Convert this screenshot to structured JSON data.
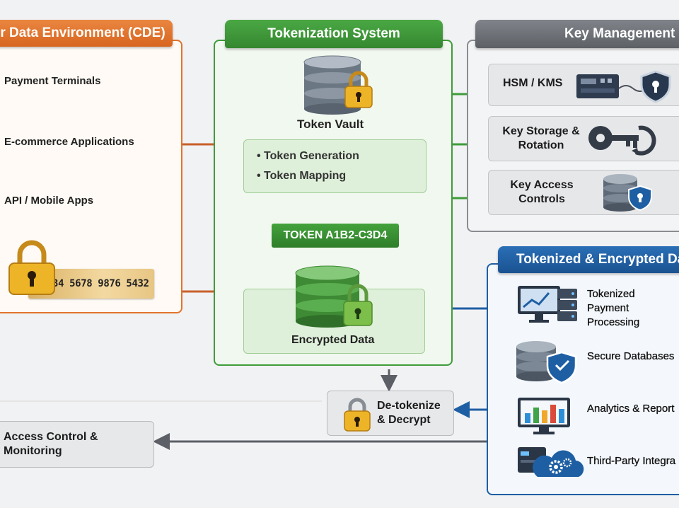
{
  "colors": {
    "orange": "#e2742c",
    "green": "#3f9c3a",
    "gray": "#6e7175",
    "blue": "#1e5fa3",
    "gold": "#e9a51e"
  },
  "cde": {
    "title": "r Data Environment (CDE)",
    "items": [
      "Payment Terminals",
      "E-commerce Applications",
      "API / Mobile Apps"
    ],
    "card_number": "1234 5678 9876 5432"
  },
  "tokenization": {
    "title": "Tokenization System",
    "vault_label": "Token Vault",
    "bullets": [
      "Token Generation",
      "Token Mapping"
    ],
    "token": "TOKEN A1B2-C3D4",
    "encrypted_label": "Encrypted Data"
  },
  "key_mgmt": {
    "title": "Key Management",
    "items": [
      {
        "label": "HSM / KMS",
        "icon": "hsm-server-shield-icon"
      },
      {
        "label": "Key Storage &\nRotation",
        "icon": "key-rotation-icon"
      },
      {
        "label": "Key Access\nControls",
        "icon": "database-shield-icon"
      }
    ]
  },
  "tokenized_data": {
    "title": "Tokenized & Encrypted Da",
    "items": [
      {
        "label": "Tokenized\nPayment Processing",
        "icon": "monitor-server-icon"
      },
      {
        "label": "Secure Databases",
        "icon": "database-shield-icon"
      },
      {
        "label": "Analytics & Report",
        "icon": "analytics-monitor-icon"
      },
      {
        "label": "Third-Party Integra",
        "icon": "cloud-gears-icon"
      }
    ]
  },
  "detokenize": {
    "label": "De-tokenize\n& Decrypt"
  },
  "access_control": {
    "label": "Access Control &\nMonitoring"
  }
}
